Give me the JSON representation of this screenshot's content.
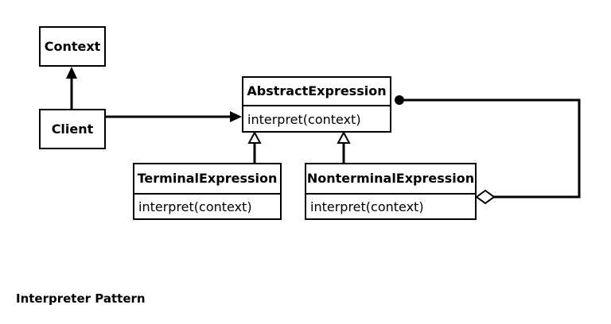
{
  "classes": {
    "context": {
      "name": "Context"
    },
    "client": {
      "name": "Client"
    },
    "abstract_expression": {
      "name": "AbstractExpression",
      "operation": "interpret(context)"
    },
    "terminal_expression": {
      "name": "TerminalExpression",
      "operation": "interpret(context)"
    },
    "nonterminal_expression": {
      "name": "NonterminalExpression",
      "operation": "interpret(context)"
    }
  },
  "caption": "Interpreter Pattern"
}
